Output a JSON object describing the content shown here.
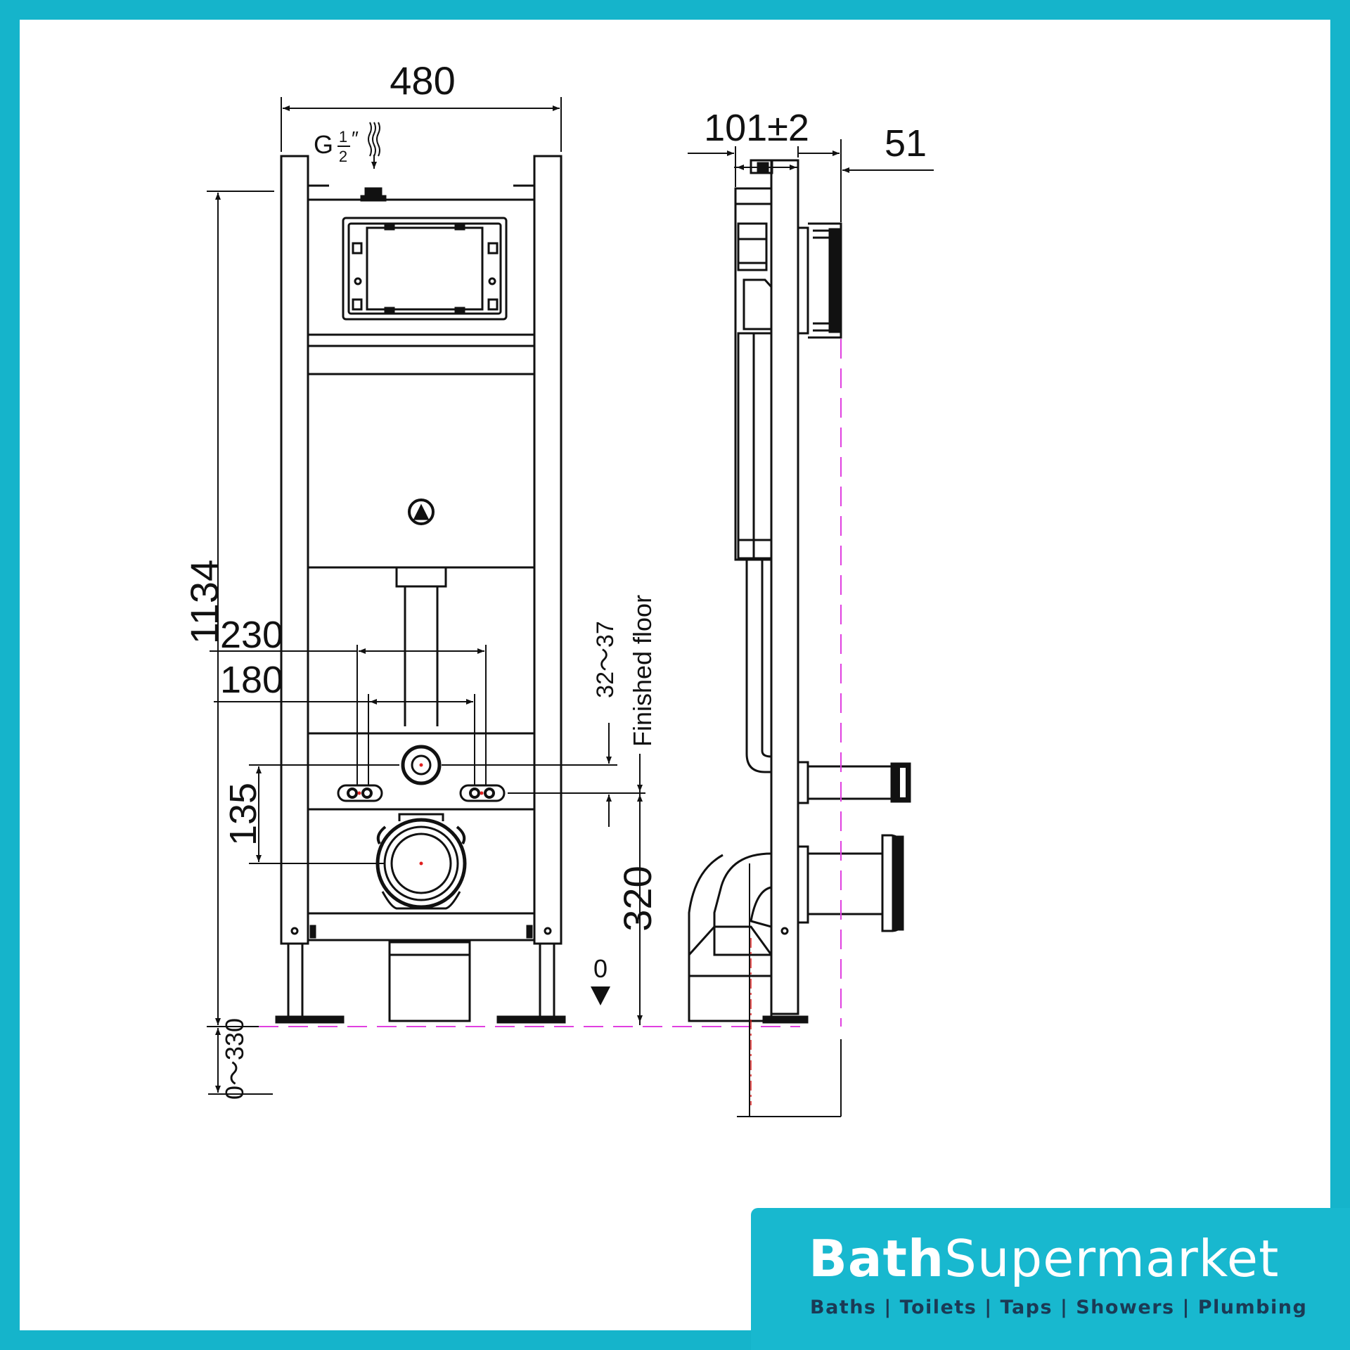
{
  "drawing": {
    "dim_width": "480",
    "dim_height": "1134",
    "dim_inlet": "G",
    "dim_inlet_frac_num": "1",
    "dim_inlet_frac_den": "2",
    "dim_inlet_inch": "″",
    "dim_bolt_outer": "230",
    "dim_bolt_inner": "180",
    "dim_offset": "135",
    "dim_floor_range": "32～37",
    "finished_floor": "Finished floor",
    "dim_outlet_height": "320",
    "floor_zero": "0",
    "dim_leg_adjust": "0～330",
    "dim_depth": "101±2",
    "dim_depth_extra": "51"
  },
  "brand": {
    "name_bold": "Bath",
    "name_light": "Supermarket",
    "tagline": "Baths | Toilets | Taps | Showers | Plumbing"
  },
  "colors": {
    "border": "#15b4cb",
    "brand_panel": "#18b8cf",
    "tagline": "#1b3a55",
    "centerline": "#e040e0"
  }
}
